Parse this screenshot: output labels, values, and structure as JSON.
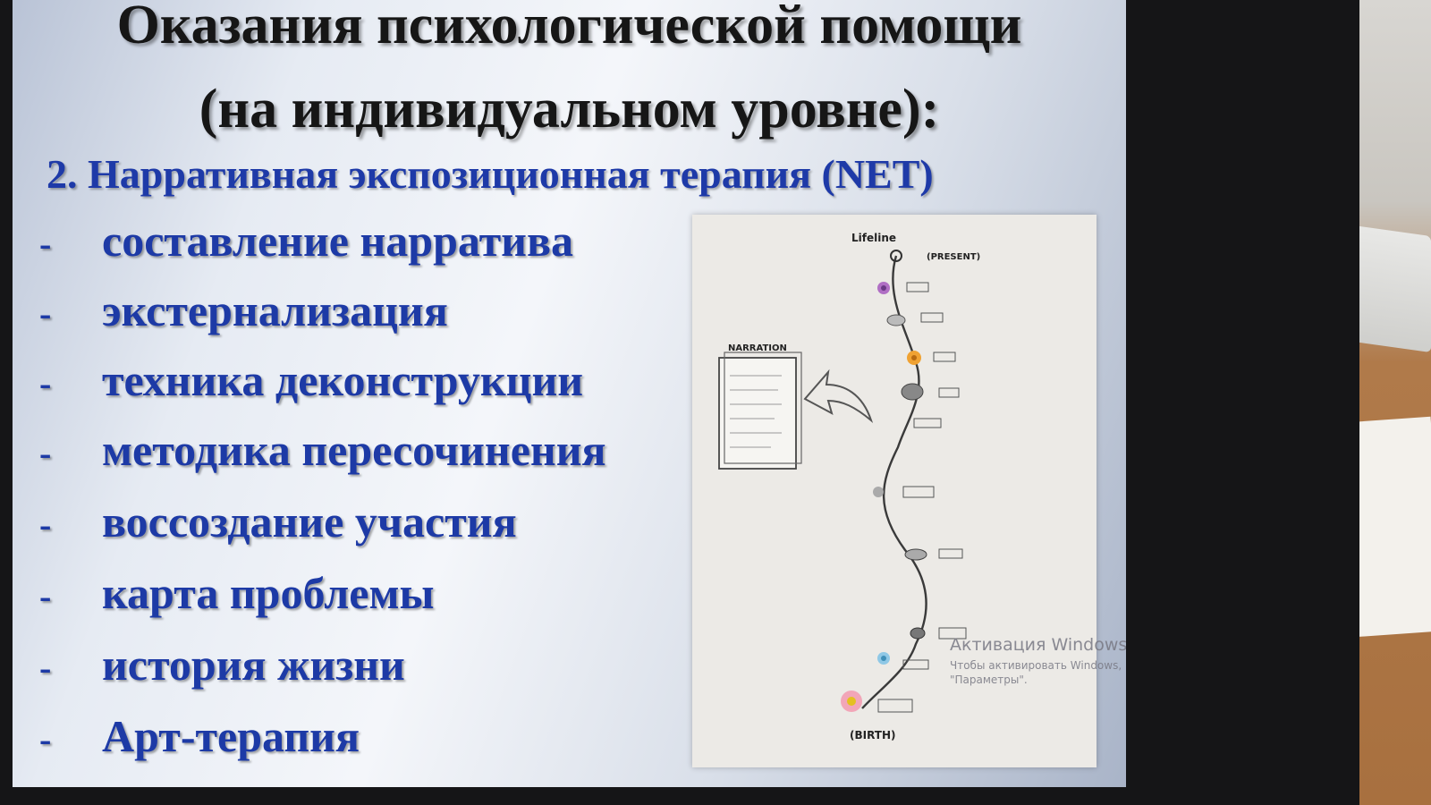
{
  "slide": {
    "title_line1": "Оказания психологической помощи",
    "title_line2": "(на индивидуальном уровне):",
    "subtitle": "2. Нарративная экспозиционная терапия (NET)",
    "bullet": "-",
    "items": [
      "составление нарратива",
      "экстернализация",
      "техника деконструкции",
      "методика пересочинения",
      "воссоздание участия",
      "карта проблемы",
      "история жизни",
      "Арт-терапия"
    ]
  },
  "figure": {
    "label_lifeline": "Lifeline",
    "label_present": "(PRESENT)",
    "label_narration": "NARRATION",
    "label_birth": "(BIRTH)"
  },
  "watermark": {
    "title": "Активация Windows",
    "text": "Чтобы активировать Windows, перейдите в раздел \"Параметры\"."
  },
  "colors": {
    "title": "#161616",
    "items": "#1d3aa6"
  }
}
